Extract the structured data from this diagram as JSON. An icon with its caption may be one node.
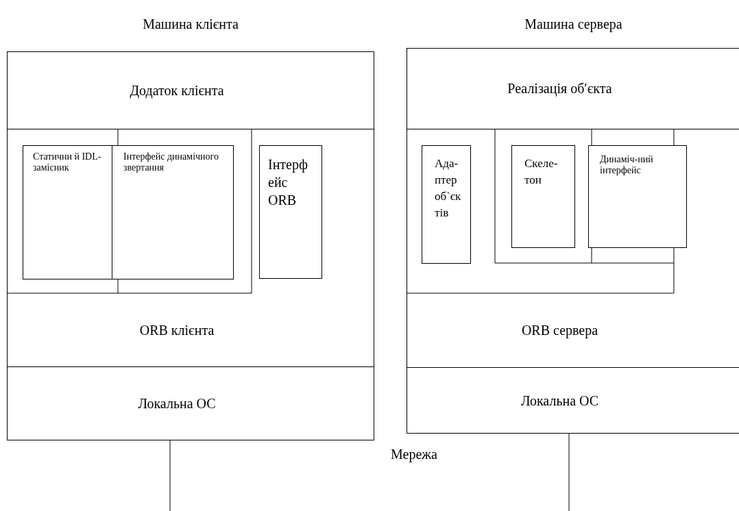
{
  "diagram": {
    "nodes": [
      {
        "text": [
          "Машина клієнта"
        ]
      },
      {
        "text": [
          "Додаток клієнта"
        ],
        "in": 0
      },
      {
        "text": [
          "Статични й IDL-замісник"
        ],
        "in": 0
      },
      {
        "text": [
          "Інтерфейс динамічного звертання"
        ],
        "in": 0
      },
      {
        "text": [
          "Інтерф ейс ORB"
        ],
        "in": 0
      },
      {
        "text": [
          "ORB клієнта"
        ],
        "in": 0
      },
      {
        "text": [
          "Локальна ОС"
        ],
        "in": 0
      },
      {
        "text": [
          "Машина сервера"
        ]
      },
      {
        "text": [
          "Реалізація об′єкта"
        ],
        "in": 7
      },
      {
        "text": [
          "Ада-птер об`єк тів"
        ],
        "in": 7
      },
      {
        "text": [
          "Скеле-тон"
        ],
        "in": 7
      },
      {
        "text": [
          "Динаміч-ний інтерфейс"
        ],
        "in": 7
      },
      {
        "text": [
          "ORB сервера"
        ],
        "in": 7
      },
      {
        "text": [
          "Локальна ОС"
        ],
        "in": 7
      }
    ],
    "edges": [
      {
        "from": 0,
        "to": null,
        "arrow": "none"
      },
      {
        "from": 7,
        "to": null,
        "arrow": "none"
      }
    ],
    "labels": [
      "Мережа"
    ]
  }
}
